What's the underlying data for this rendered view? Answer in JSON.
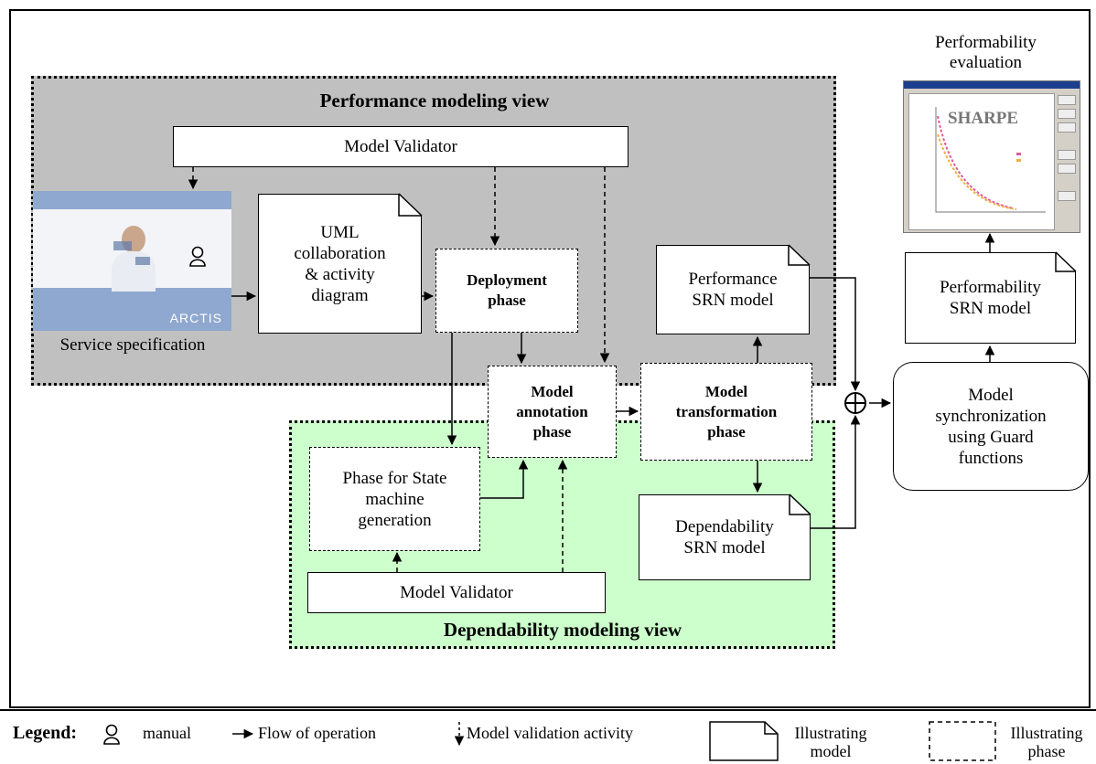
{
  "performance_view": {
    "title": "Performance modeling view"
  },
  "dependability_view": {
    "title": "Dependability modeling view"
  },
  "nodes": {
    "model_validator_top": "Model Validator",
    "model_validator_bottom": "Model Validator",
    "uml_diagram": "UML\ncollaboration\n& activity\ndiagram",
    "deployment_phase": "Deployment\nphase",
    "model_annotation_phase": "Model\nannotation\nphase",
    "model_transformation_phase": "Model\ntransformation\nphase",
    "performance_srn_model": "Performance\nSRN model",
    "dependability_srn_model": "Dependability\nSRN model",
    "state_machine_phase": "Phase for State\nmachine\ngeneration",
    "performability_srn_model": "Performability\nSRN model",
    "model_synchronization": "Model\nsynchronization\nusing Guard\nfunctions"
  },
  "service_specification": {
    "caption": "Service specification",
    "brand": "ARCTIS"
  },
  "performability_evaluation": {
    "caption": "Performability\nevaluation",
    "tool_name": "SHARPE"
  },
  "legend": {
    "title": "Legend:",
    "manual": "manual",
    "flow": "Flow of operation",
    "validation": "Model validation activity",
    "model": "Illustrating\nmodel",
    "phase": "Illustrating\nphase"
  },
  "colors": {
    "performance_bg": "#c0c0c0",
    "dependability_bg": "#ccffcc",
    "screenshot_blue": "#8fa8cf"
  }
}
